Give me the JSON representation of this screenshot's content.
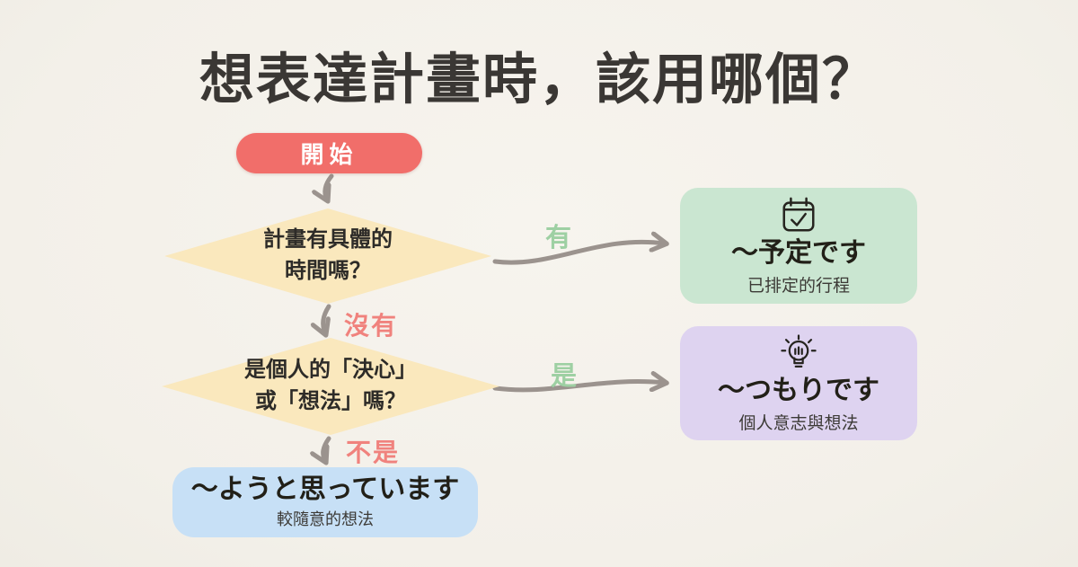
{
  "title": "想表達計畫時，該用哪個？",
  "flow": {
    "start": {
      "label": "開始"
    },
    "decision1": {
      "line1": "計畫有具體的",
      "line2": "時間嗎？"
    },
    "decision2": {
      "line1": "是個人的「決心」",
      "line2": "或「想法」嗎？"
    },
    "edges": {
      "d1_yes": "有",
      "d1_no": "沒有",
      "d2_yes": "是",
      "d2_no": "不是"
    },
    "results": {
      "yotei": {
        "icon": "calendar-check-icon",
        "title": "〜予定です",
        "subtitle": "已排定的行程"
      },
      "tsumori": {
        "icon": "lightbulb-icon",
        "title": "〜つもりです",
        "subtitle": "個人意志與想法"
      },
      "youto": {
        "title": "〜ようと思っています",
        "subtitle": "較隨意的想法"
      }
    }
  },
  "colors": {
    "background": "#f4f1eb",
    "title_text": "#3a3734",
    "start_pill": "#f16e6a",
    "diamond": "#fae8bd",
    "card_green": "#cae6d1",
    "card_purple": "#ded3f0",
    "card_blue": "#c7e0f6",
    "arrow": "#9b938e",
    "label_green": "#9ed0a3",
    "label_coral": "#f0827d",
    "body_text": "#2d2b28"
  }
}
